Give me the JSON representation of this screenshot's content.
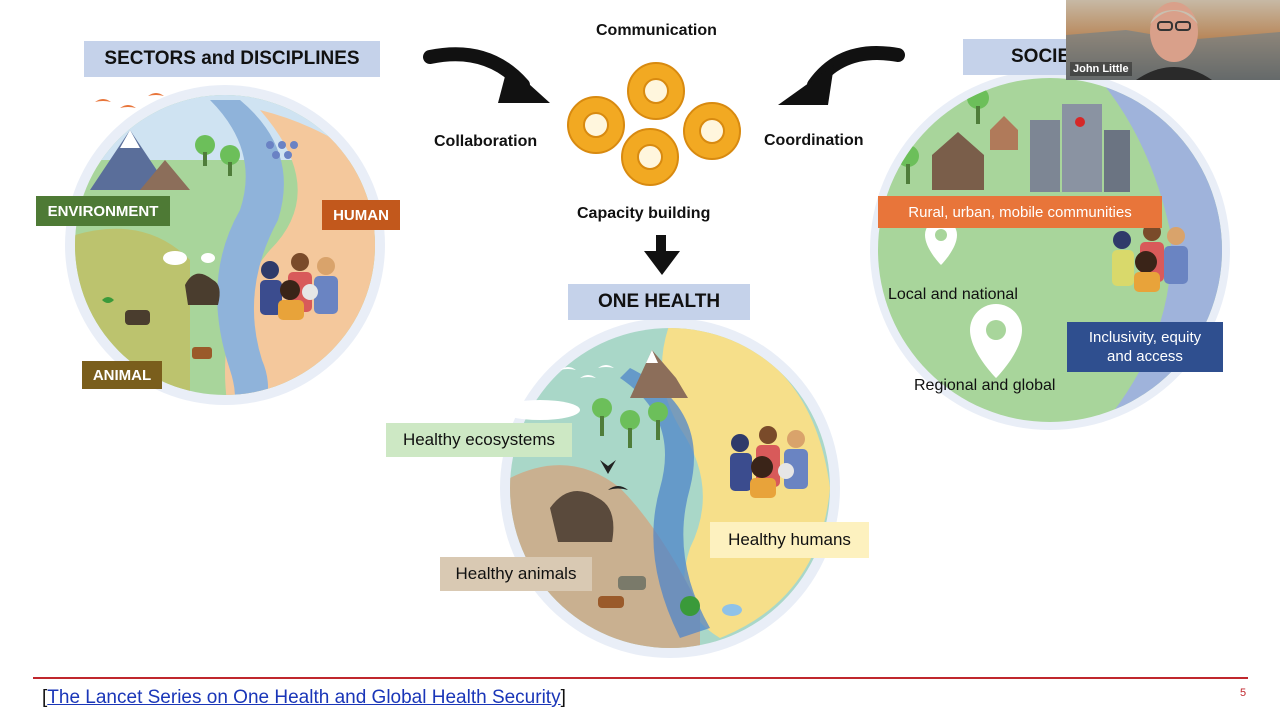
{
  "left_panel": {
    "header": "SECTORS and DISCIPLINES",
    "environment_label": "ENVIRONMENT",
    "human_label": "HUMAN",
    "animal_label": "ANIMAL"
  },
  "center": {
    "communication": "Communication",
    "collaboration": "Collaboration",
    "coordination": "Coordination",
    "capacity_building": "Capacity building",
    "header": "ONE HEALTH",
    "healthy_ecosystems": "Healthy ecosystems",
    "healthy_humans": "Healthy humans",
    "healthy_animals": "Healthy animals"
  },
  "right_panel": {
    "header": "SOCIE",
    "communities": "Rural, urban, mobile communities",
    "local": "Local and national",
    "regional": "Regional and global",
    "inclusivity": "Inclusivity, equity and access"
  },
  "footer": {
    "bracket_open": "[",
    "citation_link": "The Lancet Series on One Health and Global Health Security",
    "bracket_close": "]",
    "page_number": "5"
  },
  "video": {
    "participant_name": "John Little"
  },
  "colors": {
    "header_bg": "#c5d2ea",
    "environment": "#4e7a35",
    "human": "#c2581c",
    "animal": "#7a5e1c",
    "communities": "#e8753a",
    "inclusivity": "#2f4f8f",
    "accent_line": "#c0272d",
    "gear": "#f2a922"
  }
}
